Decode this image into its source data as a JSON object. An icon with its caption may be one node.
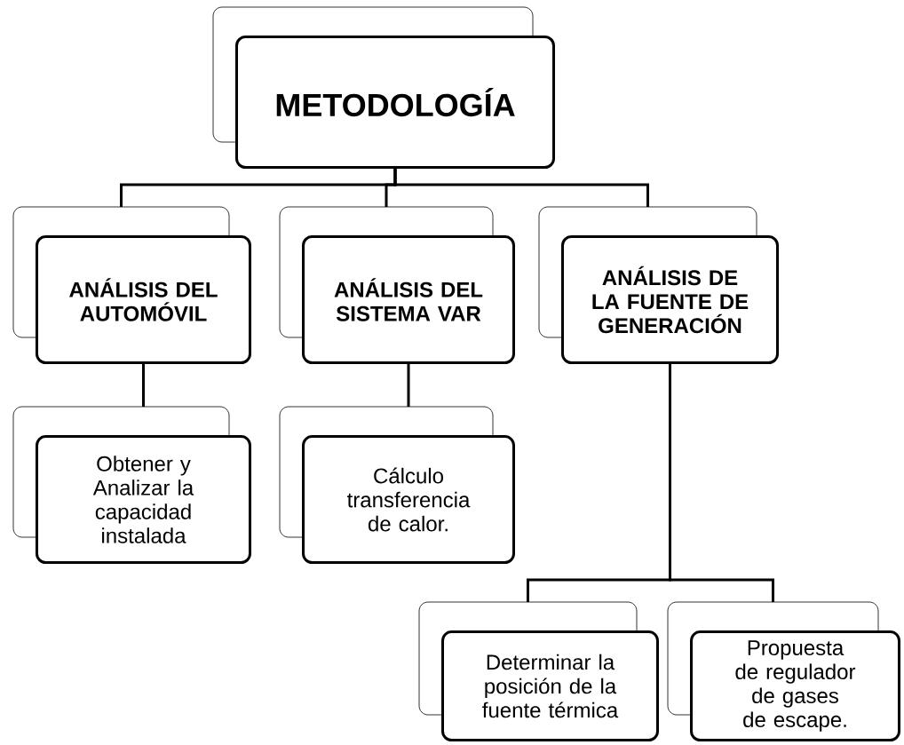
{
  "diagram": {
    "nodes": [
      {
        "text": [
          "METODOLOGÍA"
        ]
      },
      {
        "text": [
          "ANÁLISIS DEL AUTOMÓVIL"
        ]
      },
      {
        "text": [
          "ANÁLISIS DEL SISTEMA VAR"
        ]
      },
      {
        "text": [
          "ANÁLISIS DE LA FUENTE DE GENERACIÓN"
        ]
      },
      {
        "text": [
          "Obtener y Analizar la capacidad instalada"
        ]
      },
      {
        "text": [
          "Cálculo transferencia de calor."
        ]
      },
      {
        "text": [
          "Determinar la posición de la fuente térmica"
        ]
      },
      {
        "text": [
          "Propuesta de regulador de gases de escape."
        ]
      }
    ],
    "edges": [
      {
        "from": 0,
        "to": 1,
        "arrow": "none"
      },
      {
        "from": 0,
        "to": 2,
        "arrow": "none"
      },
      {
        "from": 0,
        "to": 3,
        "arrow": "none"
      },
      {
        "from": 1,
        "to": 4,
        "arrow": "none"
      },
      {
        "from": 2,
        "to": 5,
        "arrow": "none"
      },
      {
        "from": 3,
        "to": 6,
        "arrow": "none"
      },
      {
        "from": 3,
        "to": 7,
        "arrow": "none"
      }
    ]
  }
}
